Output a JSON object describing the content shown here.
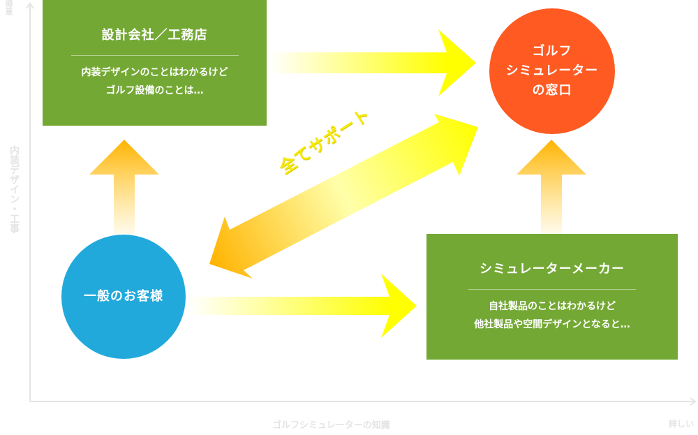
{
  "nodes": {
    "designer": {
      "title": "設計会社／工務店",
      "lines": [
        "内装デザインのことはわかるけど",
        "ゴルフ設備のことは…"
      ]
    },
    "maker": {
      "title": "シミュレーターメーカー",
      "lines": [
        "自社製品のことはわかるけど",
        "他社製品や空間デザインとなると…"
      ]
    },
    "window": {
      "lines": [
        "ゴルフ",
        "シミュレーター",
        "の窓口"
      ]
    },
    "customer": {
      "label": "一般のお客様"
    }
  },
  "edge_labels": {
    "support": "全てサポート"
  },
  "axes": {
    "x_label": "ゴルフシミュレーターの知識",
    "x_end": "詳しい",
    "y_label": "内装デザイン・工事",
    "y_end": "得意"
  },
  "colors": {
    "box_green": "#74a835",
    "window_orange": "#ff5a22",
    "customer_blue": "#21a9dc",
    "arrow_yellow": "#ffff00",
    "arrow_orange": "#ffb300",
    "axis_gray": "#e4e4e4"
  }
}
